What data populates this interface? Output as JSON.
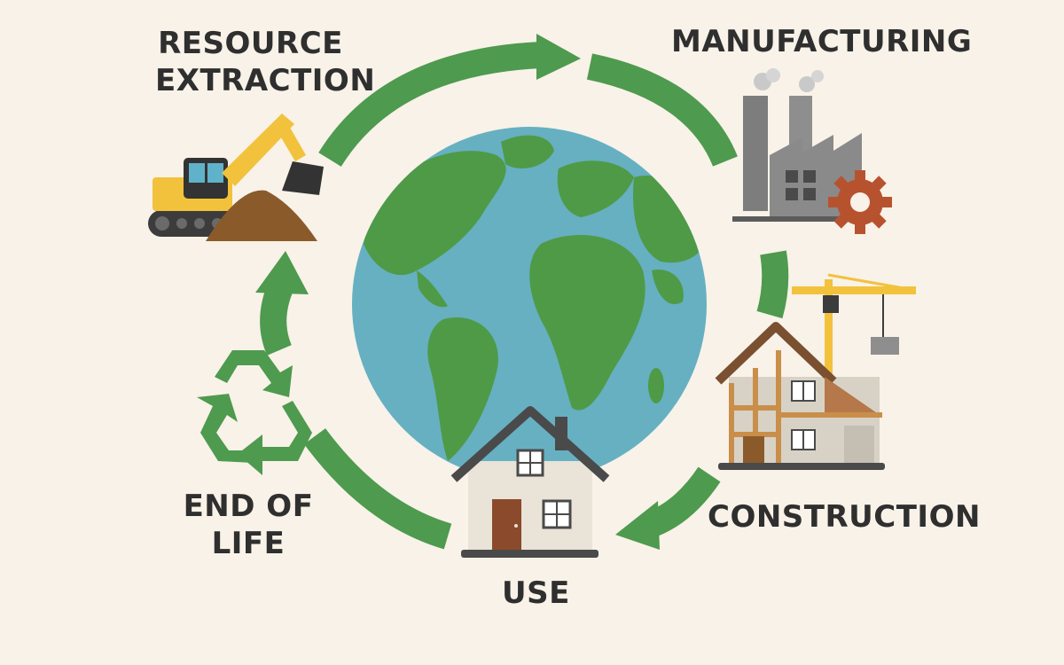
{
  "stages": {
    "resource_extraction": {
      "line1": "RESOURCE",
      "line2": "EXTRACTION",
      "icon": "excavator-icon"
    },
    "manufacturing": {
      "label": "MANUFACTURING",
      "icon": "factory-icon"
    },
    "construction": {
      "label": "CONSTRUCTION",
      "icon": "house-under-construction-icon"
    },
    "use": {
      "label": "USE",
      "icon": "house-icon"
    },
    "end_of_life": {
      "line1": "END OF",
      "line2": "LIFE",
      "icon": "recycle-icon"
    }
  },
  "center": {
    "icon": "globe-icon"
  },
  "colors": {
    "background": "#f8f2e8",
    "arrow": "#4e9a4f",
    "ocean": "#66b0c2",
    "land": "#4f9a47",
    "text": "#2f2f2f",
    "machine_yellow": "#f2c23c",
    "factory_gray": "#7d7d7d",
    "gear_rust": "#b7522f",
    "wood": "#c98f4a"
  }
}
